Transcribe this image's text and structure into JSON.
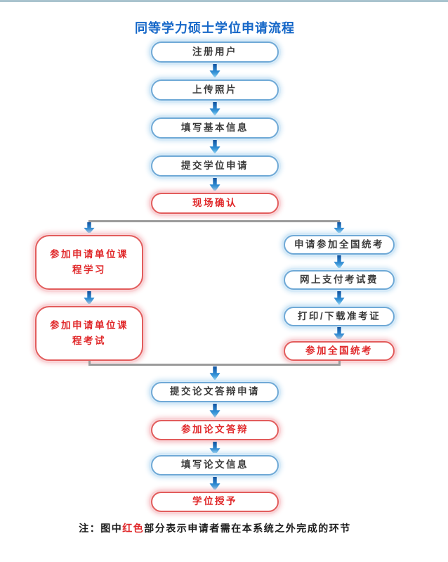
{
  "page": {
    "title": "同等学力硕士学位申请流程",
    "note": {
      "prefix": "注：图中",
      "highlight": "红色",
      "suffix": "部分表示申请者需在本系统之外完成的环节"
    }
  },
  "colors": {
    "title_blue": "#1567c8",
    "blue_node_border": "#6fa9d6",
    "blue_node_glow": "#d6eaf8",
    "red_node_border": "#e25c5c",
    "red_node_glow": "#f9d4d7",
    "red_text": "#e0282a",
    "node_text": "#3a3a3a",
    "connector_gray": "#9b9b9b",
    "arrow_gradient_top": "#12529e",
    "arrow_gradient_bottom": "#49b4ea",
    "top_band": "#a9c3ce"
  },
  "flow": {
    "top_nodes": [
      {
        "label": "注册用户",
        "style": "blue"
      },
      {
        "label": "上传照片",
        "style": "blue"
      },
      {
        "label": "填写基本信息",
        "style": "blue"
      },
      {
        "label": "提交学位申请",
        "style": "blue"
      },
      {
        "label": "现场确认",
        "style": "red"
      }
    ],
    "left_branch": [
      {
        "label": "参加申请单位课程学习",
        "style": "red"
      },
      {
        "label": "参加申请单位课程考试",
        "style": "red"
      }
    ],
    "right_branch": [
      {
        "label": "申请参加全国统考",
        "style": "blue"
      },
      {
        "label": "网上支付考试费",
        "style": "blue"
      },
      {
        "label": "打印/下载准考证",
        "style": "blue"
      },
      {
        "label": "参加全国统考",
        "style": "red"
      }
    ],
    "bottom_nodes": [
      {
        "label": "提交论文答辩申请",
        "style": "blue"
      },
      {
        "label": "参加论文答辩",
        "style": "red"
      },
      {
        "label": "填写论文信息",
        "style": "blue"
      },
      {
        "label": "学位授予",
        "style": "red"
      }
    ]
  }
}
